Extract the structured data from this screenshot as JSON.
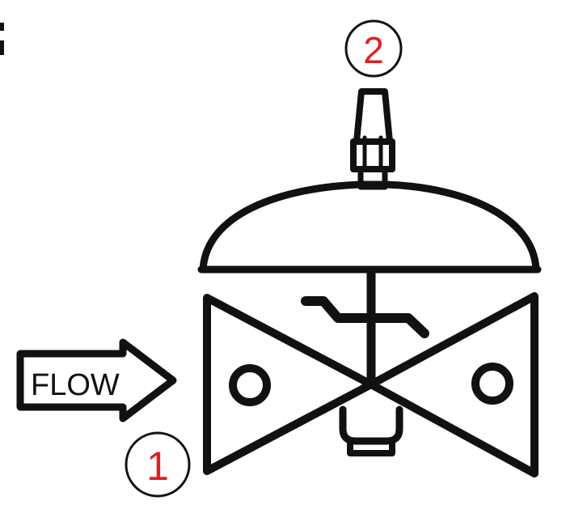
{
  "diagram": {
    "flow_label": "FLOW",
    "callouts": [
      {
        "number": "1"
      },
      {
        "number": "2"
      }
    ]
  },
  "colors": {
    "line": "#111111",
    "callout_number": "#e02020",
    "background": "#ffffff"
  },
  "icons": [
    "flow-arrow-icon",
    "valve-body-icon",
    "actuator-dome-icon",
    "pilot-fitting-icon",
    "port-circle-icon"
  ]
}
